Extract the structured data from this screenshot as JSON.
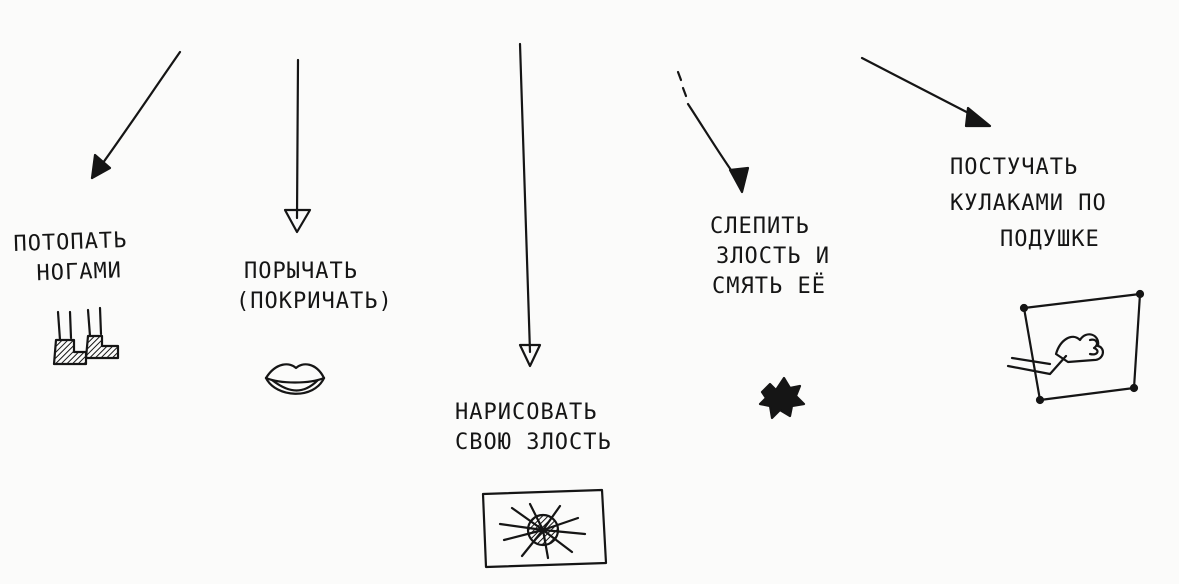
{
  "options": [
    {
      "id": "stomp",
      "lines": [
        "ПОТОПАТЬ",
        "НОГАМИ"
      ],
      "picture": "feet-icon"
    },
    {
      "id": "growl",
      "lines": [
        "ПОРЫЧАТЬ",
        "(ПОКРИЧАТЬ)"
      ],
      "picture": "lips-icon"
    },
    {
      "id": "draw",
      "lines": [
        "НАРИСОВАТЬ",
        "СВОЮ ЗЛОСТЬ"
      ],
      "picture": "scribble-drawing-icon"
    },
    {
      "id": "mold",
      "lines": [
        "СЛЕПИТЬ",
        "ЗЛОСТЬ И",
        "СМЯТЬ ЕЁ"
      ],
      "picture": "crumpled-blob-icon"
    },
    {
      "id": "knock",
      "lines": [
        "ПОСТУЧАТЬ",
        "КУЛАКАМИ ПО",
        "ПОДУШКЕ"
      ],
      "picture": "fist-pillow-icon"
    }
  ],
  "colors": {
    "ink": "#151515",
    "paper": "#fbfbfa"
  }
}
